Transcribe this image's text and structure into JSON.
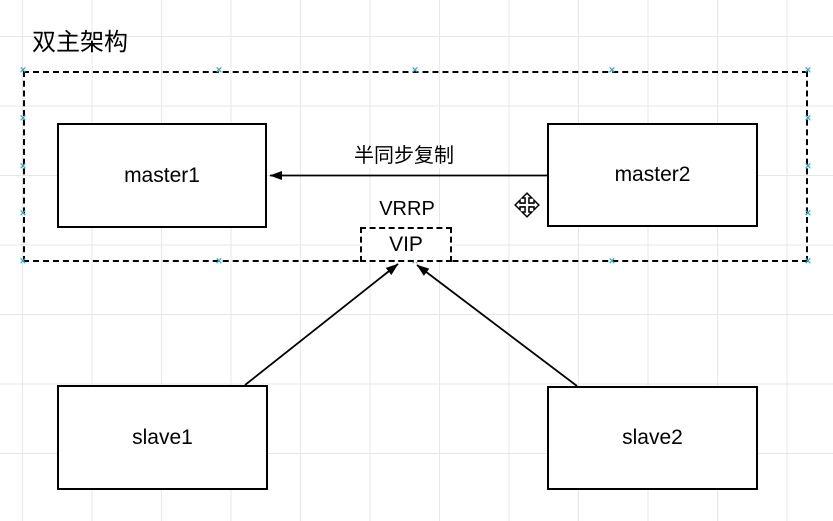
{
  "title": "双主架构",
  "nodes": {
    "master1": {
      "label": "master1"
    },
    "master2": {
      "label": "master2"
    },
    "slave1": {
      "label": "slave1"
    },
    "slave2": {
      "label": "slave2"
    },
    "vip": {
      "label": "VIP"
    }
  },
  "edges": {
    "replication_label": "半同步复制",
    "vrrp_label": "VRRP"
  },
  "icons": {
    "connection_point": "×",
    "move_cursor": "move-cursor-4way"
  },
  "colors": {
    "line": "#000000",
    "node_fill": "#ffffff",
    "node_border": "#000000",
    "grid": "#e7e7e7",
    "connection_point": "#2fa7cf"
  }
}
